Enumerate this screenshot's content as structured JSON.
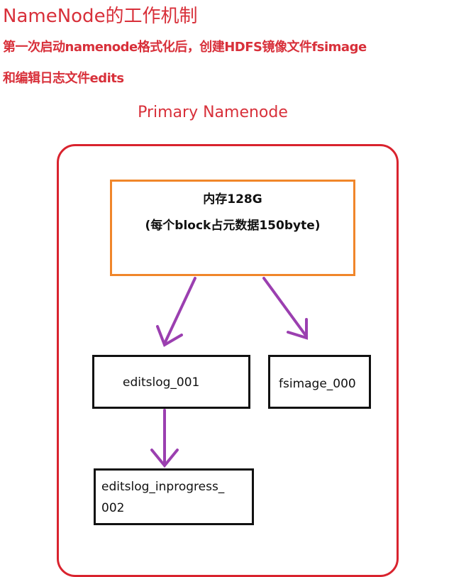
{
  "title": "NameNode的工作机制",
  "description": [
    "第一次启动namenode格式化后，创建HDFS镜像文件fsimage",
    "和编辑日志文件edits"
  ],
  "container_label": "Primary Namenode",
  "memory": {
    "line1": "内存128G",
    "line2": "(每个block占元数据150byte)"
  },
  "editslog": "editslog_001",
  "fsimage": "fsimage_000",
  "inprogress": {
    "line1": "editslog_inprogress_",
    "line2": "002"
  },
  "colors": {
    "text": "#d8303a",
    "container": "#d9232e",
    "memory_border": "#f0862a",
    "arrow": "#9b3fb0"
  }
}
